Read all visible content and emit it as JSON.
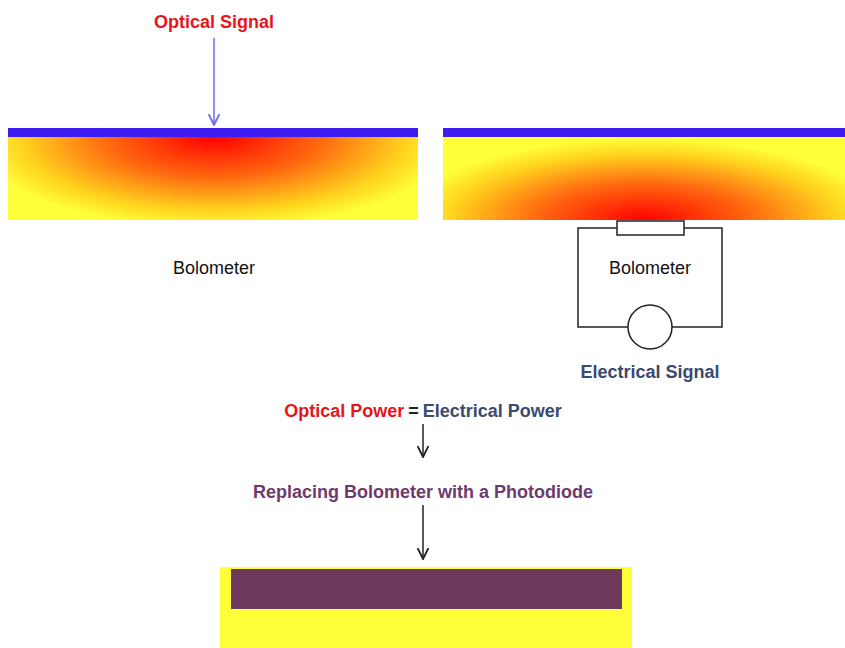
{
  "diagram": {
    "labels": [
      "Optical Signal",
      "Bolometer",
      "Bolometer",
      "Electrical Signal",
      "Optical Power",
      "=",
      "Electrical Power",
      "Replacing Bolometer with a Photodiode"
    ]
  }
}
